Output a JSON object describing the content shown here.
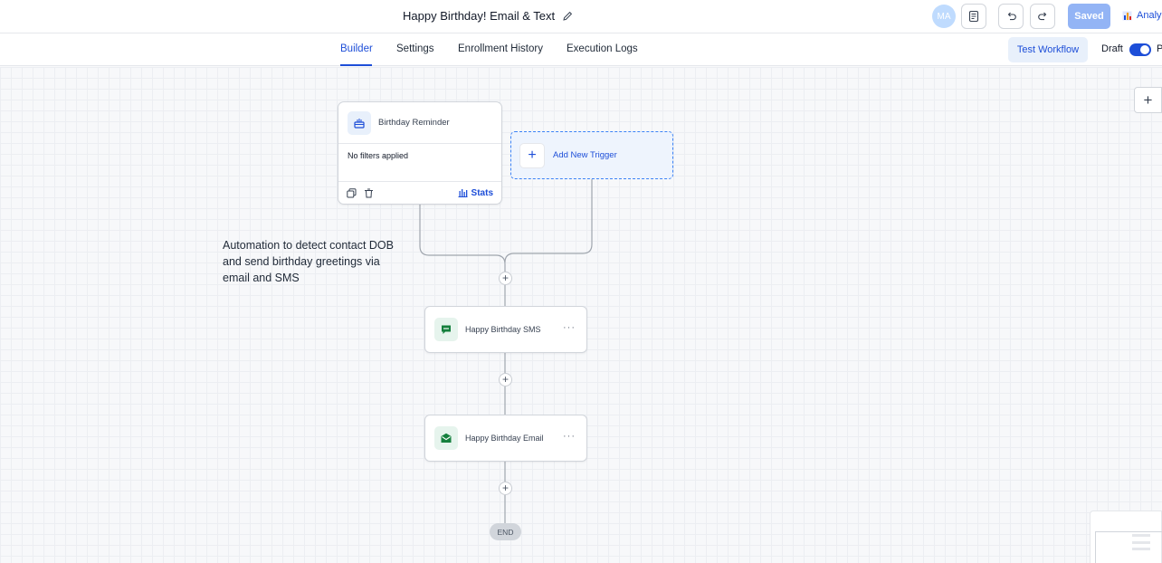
{
  "header": {
    "workflow_title": "Happy Birthday! Email & Text",
    "avatar_initials": "MA",
    "saved_label": "Saved",
    "analytics_label": "Analy"
  },
  "tabs": [
    {
      "label": "Builder",
      "active": true
    },
    {
      "label": "Settings",
      "active": false
    },
    {
      "label": "Enrollment History",
      "active": false
    },
    {
      "label": "Execution Logs",
      "active": false
    }
  ],
  "tabbar_right": {
    "test_workflow_label": "Test Workflow",
    "draft_label": "Draft",
    "publish_label_partial": "P",
    "toggle_on": true
  },
  "trigger": {
    "title": "Birthday Reminder",
    "filters_text": "No filters applied",
    "stats_label": "Stats"
  },
  "add_trigger": {
    "label": "Add New Trigger"
  },
  "note": {
    "text": "Automation to detect contact DOB and send birthday greetings via email and SMS"
  },
  "actions": [
    {
      "label": "Happy Birthday SMS",
      "icon": "sms-icon"
    },
    {
      "label": "Happy Birthday Email",
      "icon": "email-icon"
    }
  ],
  "end_label": "END",
  "colors": {
    "accent": "#1d4ed8",
    "action_icon_green": "#15803d",
    "saved_button": "#93b4f5"
  }
}
